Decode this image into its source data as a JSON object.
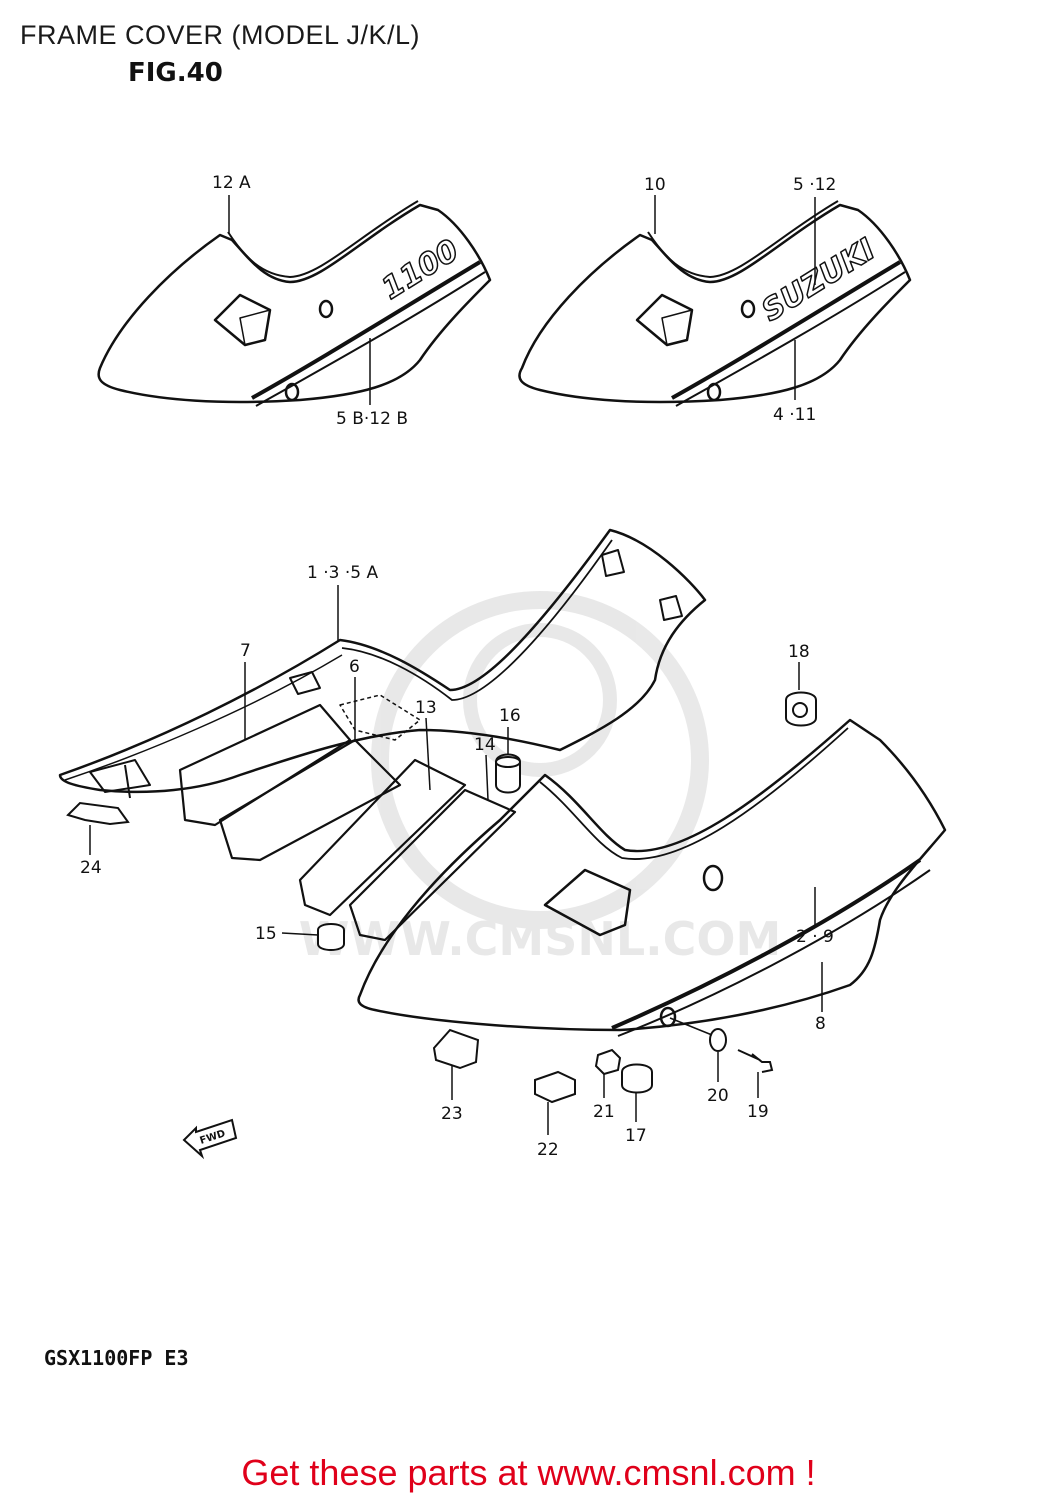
{
  "header": {
    "title": "FRAME COVER (MODEL J/K/L)",
    "fig_label": "FIG.40"
  },
  "upper_left_cover": {
    "callout_top": "12 A",
    "callout_bottom": "5 B·12 B",
    "decal_text": "1100"
  },
  "upper_right_cover": {
    "callout_top_left": "10",
    "callout_top_right": "5 ·12",
    "callout_bottom": "4 ·11",
    "decal_text": "SUZUKI"
  },
  "main_assembly": {
    "callouts": {
      "c_1_3_5a": "1 ·3 ·5 A",
      "c7": "7",
      "c6": "6",
      "c13": "13",
      "c16": "16",
      "c14": "14",
      "c18": "18",
      "c24": "24",
      "c15": "15",
      "c2_9": "2 · 9",
      "c8": "8",
      "c23": "23",
      "c22": "22",
      "c21": "21",
      "c17": "17",
      "c20": "20",
      "c19": "19"
    },
    "fwd_arrow_label": "FWD"
  },
  "watermark": "WWW.CMSNL.COM",
  "footer": {
    "model_code": "GSX1100FP E3",
    "promo": "Get these parts at www.cmsnl.com !"
  }
}
